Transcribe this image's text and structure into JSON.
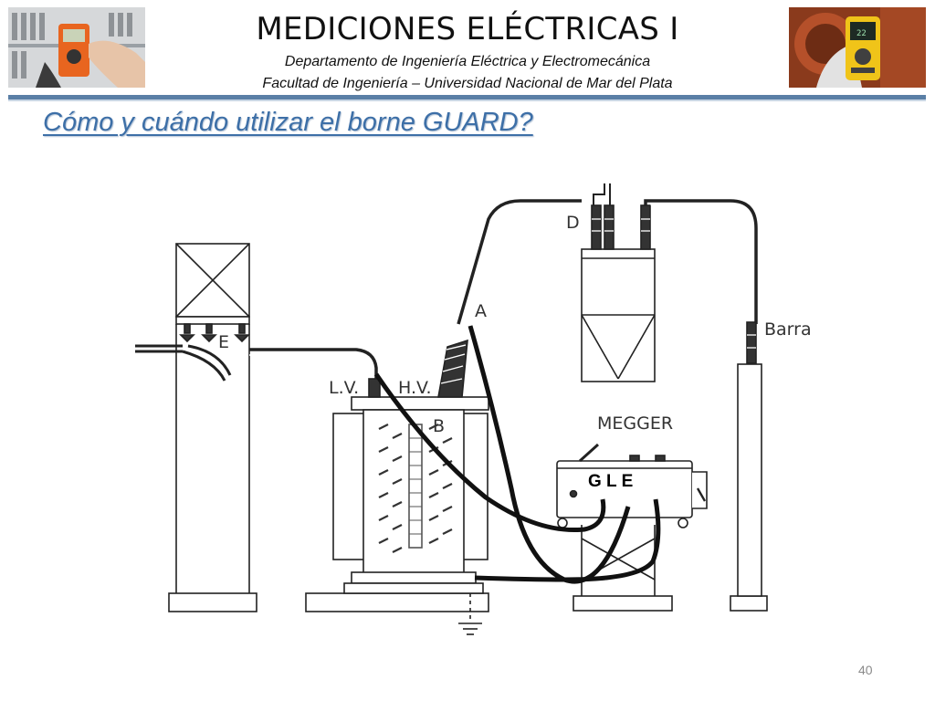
{
  "header": {
    "title": "MEDICIONES ELÉCTRICAS I",
    "department": "Departamento de Ingeniería Eléctrica y Electromecánica",
    "faculty": "Facultad de Ingeniería – Universidad Nacional de Mar del Plata"
  },
  "slide": {
    "heading": "Cómo y cuándo utilizar el borne GUARD?",
    "page_number": "40"
  },
  "diagram": {
    "labels": {
      "d": "D",
      "a": "A",
      "barra": "Barra",
      "e": "E",
      "lv": "L.V.",
      "hv": "H.V.",
      "b": "B",
      "megger": "MEGGER",
      "terminals": "G  L  E"
    }
  },
  "colors": {
    "accent": "#3d6fa7",
    "rule": "#5a7fa6"
  },
  "icons": {
    "left_photo": "multimeter-panel-photo-icon",
    "right_photo": "multimeter-motor-photo-icon"
  }
}
